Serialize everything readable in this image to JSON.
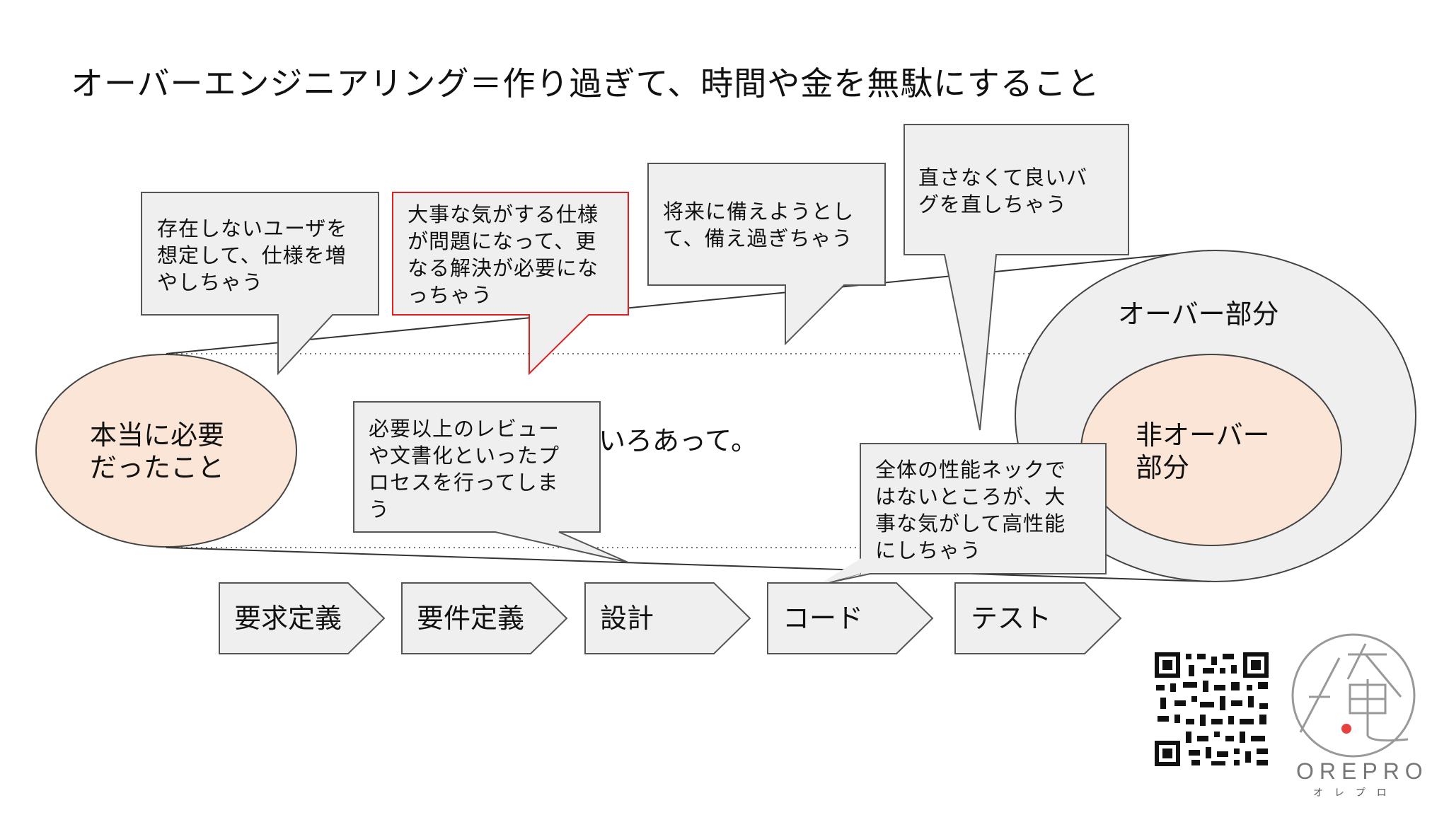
{
  "title": "オーバーエンジニアリング＝作り過ぎて、時間や金を無駄にすること",
  "ellipse_left": "本当に必要\nだったこと",
  "middle_text": "いろあって。",
  "outer_circle_label": "オーバー部分",
  "inner_circle_label": "非オーバー\n部分",
  "stages": [
    "要求定義",
    "要件定義",
    "設計",
    "コード",
    "テスト"
  ],
  "bubbles": [
    {
      "text": "存在しないユーザを\n想定して、仕様を増\nやしちゃう",
      "highlight": false
    },
    {
      "text": "大事な気がする仕様\nが問題になって、更\nなる解決が必要にな\nっちゃう",
      "highlight": true
    },
    {
      "text": "将来に備えようとし\nて、備え過ぎちゃう",
      "highlight": false
    },
    {
      "text": "直さなくて良いバ\nグを直しちゃう",
      "highlight": false
    },
    {
      "text": "必要以上のレビュー\nや文書化といったプ\nロセスを行ってしま\nう",
      "highlight": false
    },
    {
      "text": "全体の性能ネックで\nはないところが、大\n事な気がして高性能\nにしちゃう",
      "highlight": false
    }
  ],
  "brand": {
    "name": "OREPRO",
    "kana": "オ レ プ ロ",
    "kanji": "俺"
  },
  "colors": {
    "ellipse_fill": "#fbe5d6",
    "outer_fill": "#efefef",
    "box_fill": "#efefef",
    "highlight_border": "#e02020",
    "brand_dot": "#e84040"
  }
}
